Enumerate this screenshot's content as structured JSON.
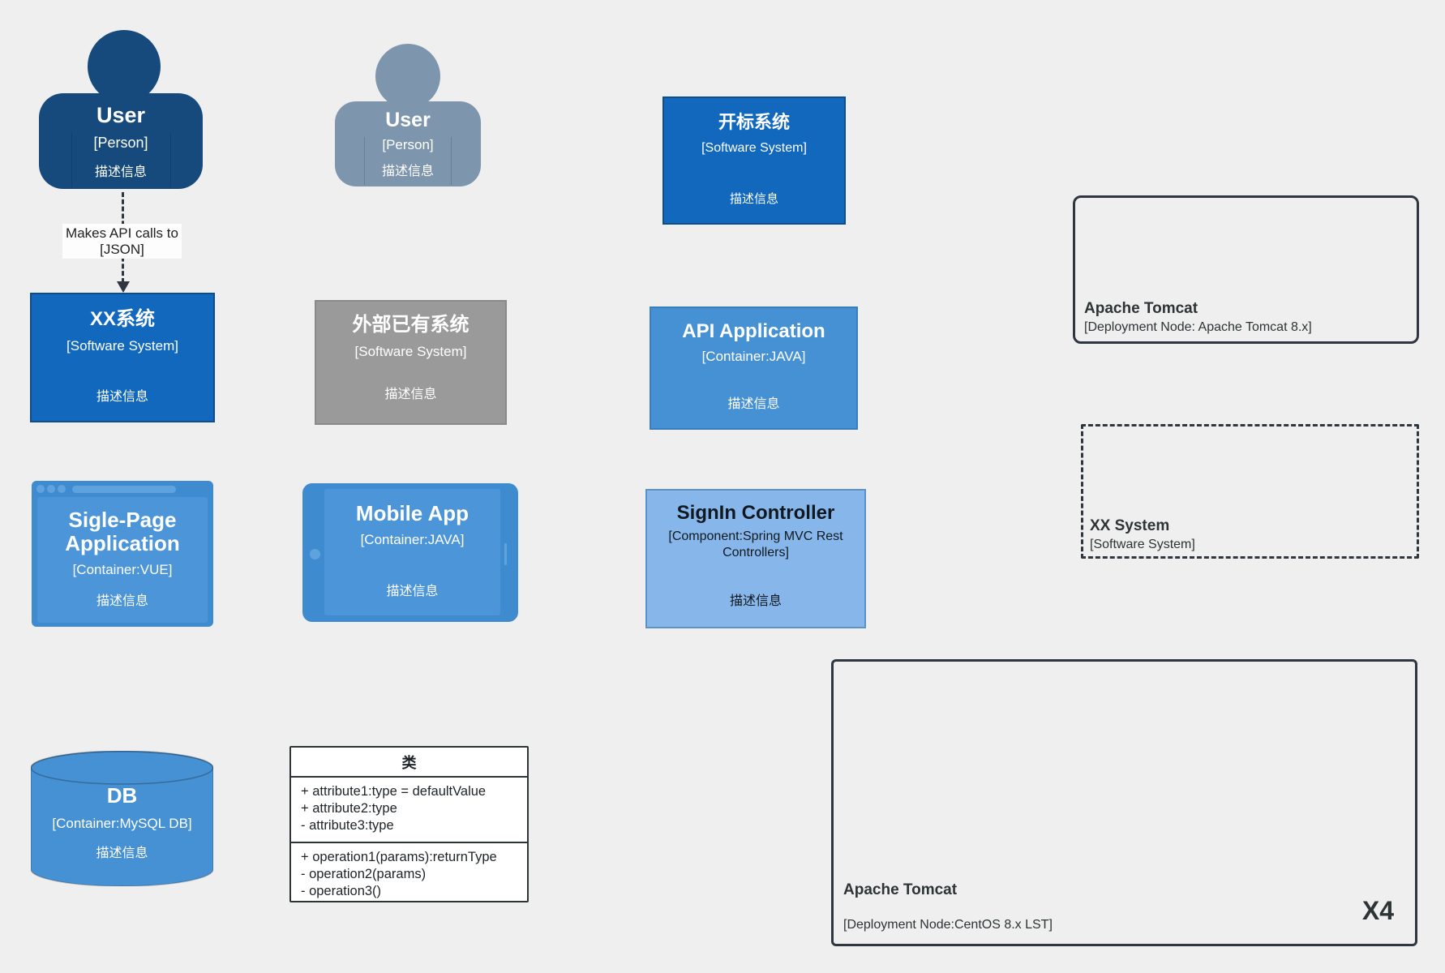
{
  "colors": {
    "canvas_bg": "#efefef",
    "person_primary_fill": "#164a7c",
    "person_secondary_fill": "#7e96ad",
    "software_system_fill": "#1168bd",
    "external_system_fill": "#9a9a9b",
    "container_fill": "#4691d3",
    "component_fill": "#87b7ea",
    "device_frame_fill": "#3f8bd0",
    "device_screen_fill": "#4b95d8",
    "node_border": "#2f3640",
    "class_bg": "#ffffff"
  },
  "person_primary": {
    "title": "User",
    "subtitle": "[Person]",
    "desc": "描述信息"
  },
  "person_external": {
    "title": "User",
    "subtitle": "[Person]",
    "desc": "描述信息"
  },
  "system_kaibiao": {
    "title": "开标系统",
    "subtitle": "[Software System]",
    "desc": "描述信息"
  },
  "system_xx": {
    "title": "XX系统",
    "subtitle": "[Software System]",
    "desc": "描述信息"
  },
  "system_external": {
    "title": "外部已有系统",
    "subtitle": "[Software System]",
    "desc": "描述信息"
  },
  "container_api": {
    "title": "API Application",
    "subtitle": "[Container:JAVA]",
    "desc": "描述信息"
  },
  "container_spa": {
    "title": "Sigle-Page Application",
    "subtitle": "[Container:VUE]",
    "desc": "描述信息"
  },
  "container_mobile": {
    "title": "Mobile App",
    "subtitle": "[Container:JAVA]",
    "desc": "描述信息"
  },
  "container_db": {
    "title": "DB",
    "subtitle": "[Container:MySQL DB]",
    "desc": "描述信息"
  },
  "component_signin": {
    "title": "SignIn Controller",
    "subtitle": "[Component:Spring MVC Rest Controllers]",
    "desc": "描述信息"
  },
  "node_tomcat": {
    "title": "Apache Tomcat",
    "subtitle": "[Deployment Node: Apache Tomcat 8.x]"
  },
  "boundary_xx": {
    "title": "XX System",
    "subtitle": "[Software System]"
  },
  "node_centos": {
    "title": "Apache Tomcat",
    "subtitle": "[Deployment Node:CentOS 8.x LST]",
    "badge": "X4"
  },
  "uml_class": {
    "title": "类",
    "attributes": [
      "+ attribute1:type = defaultValue",
      "+ attribute2:type",
      "- attribute3:type"
    ],
    "operations": [
      "+ operation1(params):returnType",
      "- operation2(params)",
      "- operation3()"
    ]
  },
  "relationship": {
    "label": "Makes API calls to",
    "sublabel": "[JSON]"
  }
}
